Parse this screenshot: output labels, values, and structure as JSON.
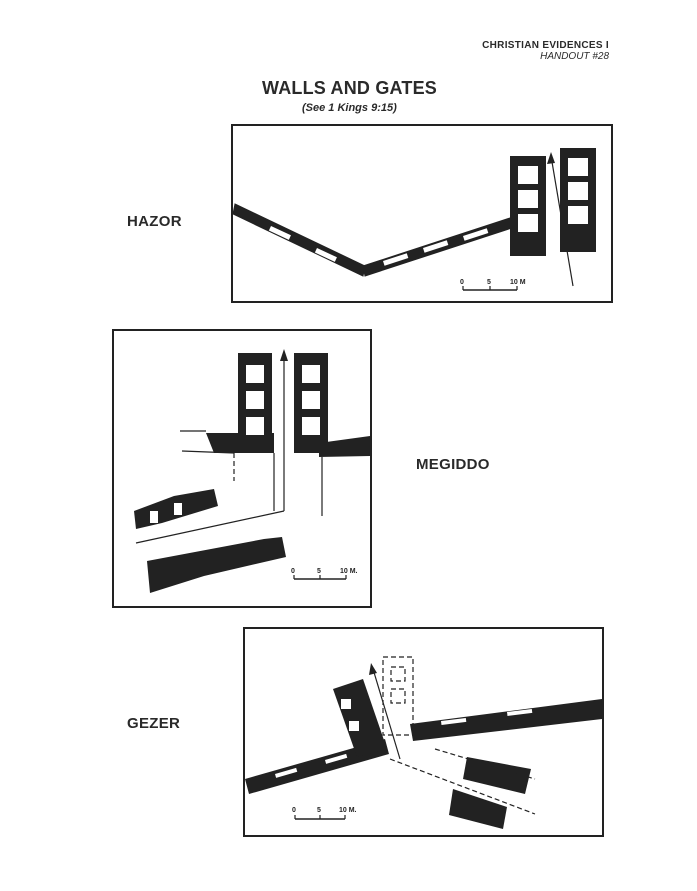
{
  "header": {
    "course": "CHRISTIAN EVIDENCES I",
    "handout": "HANDOUT #28"
  },
  "title": "WALLS AND GATES",
  "subtitle": "(See 1 Kings 9:15)",
  "sites": [
    {
      "name": "HAZOR",
      "scale": [
        "0",
        "5",
        "10 M"
      ]
    },
    {
      "name": "MEGIDDO",
      "scale": [
        "0",
        "5",
        "10 M."
      ]
    },
    {
      "name": "GEZER",
      "scale": [
        "0",
        "5",
        "10 M."
      ]
    }
  ],
  "colors": {
    "ink": "#222222",
    "paper": "#ffffff"
  }
}
